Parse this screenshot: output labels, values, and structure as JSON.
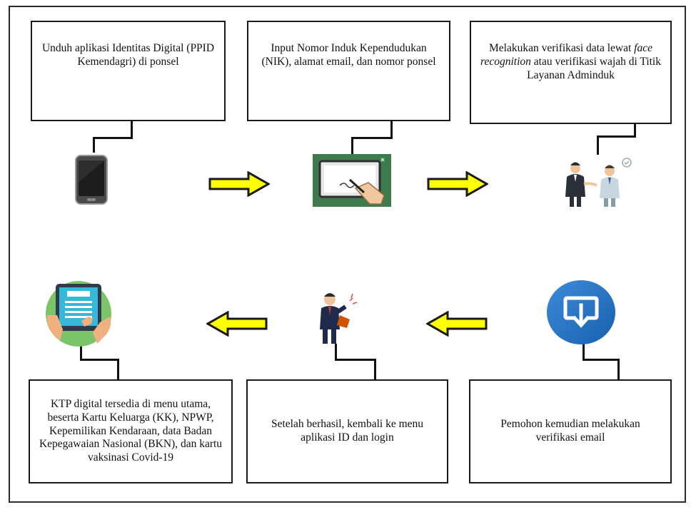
{
  "steps": {
    "s1": "Unduh aplikasi Identitas Digital (PPID Kemendagri) di ponsel",
    "s2": "Input Nomor Induk Kependudukan (NIK), alamat email, dan nomor ponsel",
    "s3_before": "Melakukan verifikasi data lewat ",
    "s3_italic": "face recognition",
    "s3_after": " atau verifikasi wajah di Titik Layanan Adminduk",
    "s4": "Pemohon kemudian melakukan verifikasi email",
    "s5": "Setelah berhasil, kembali ke menu aplikasi ID dan login",
    "s6": "KTP digital tersedia di menu utama, beserta Kartu Keluarga (KK), NPWP, Kepemilikan Kendaraan, data Badan Kepegawaian Nasional (BKN), dan kartu vaksinasi Covid-19"
  },
  "icons": {
    "step1": "smartphone-icon",
    "step2": "tablet-signing-icon",
    "step3": "handshake-verification-icon",
    "step4": "download-circle-icon",
    "step5": "businessman-icon",
    "step6": "tablet-document-hand-icon"
  },
  "colors": {
    "arrow_fill": "#ffff00",
    "arrow_stroke": "#1a1a1a",
    "border": "#1a1a1a"
  }
}
